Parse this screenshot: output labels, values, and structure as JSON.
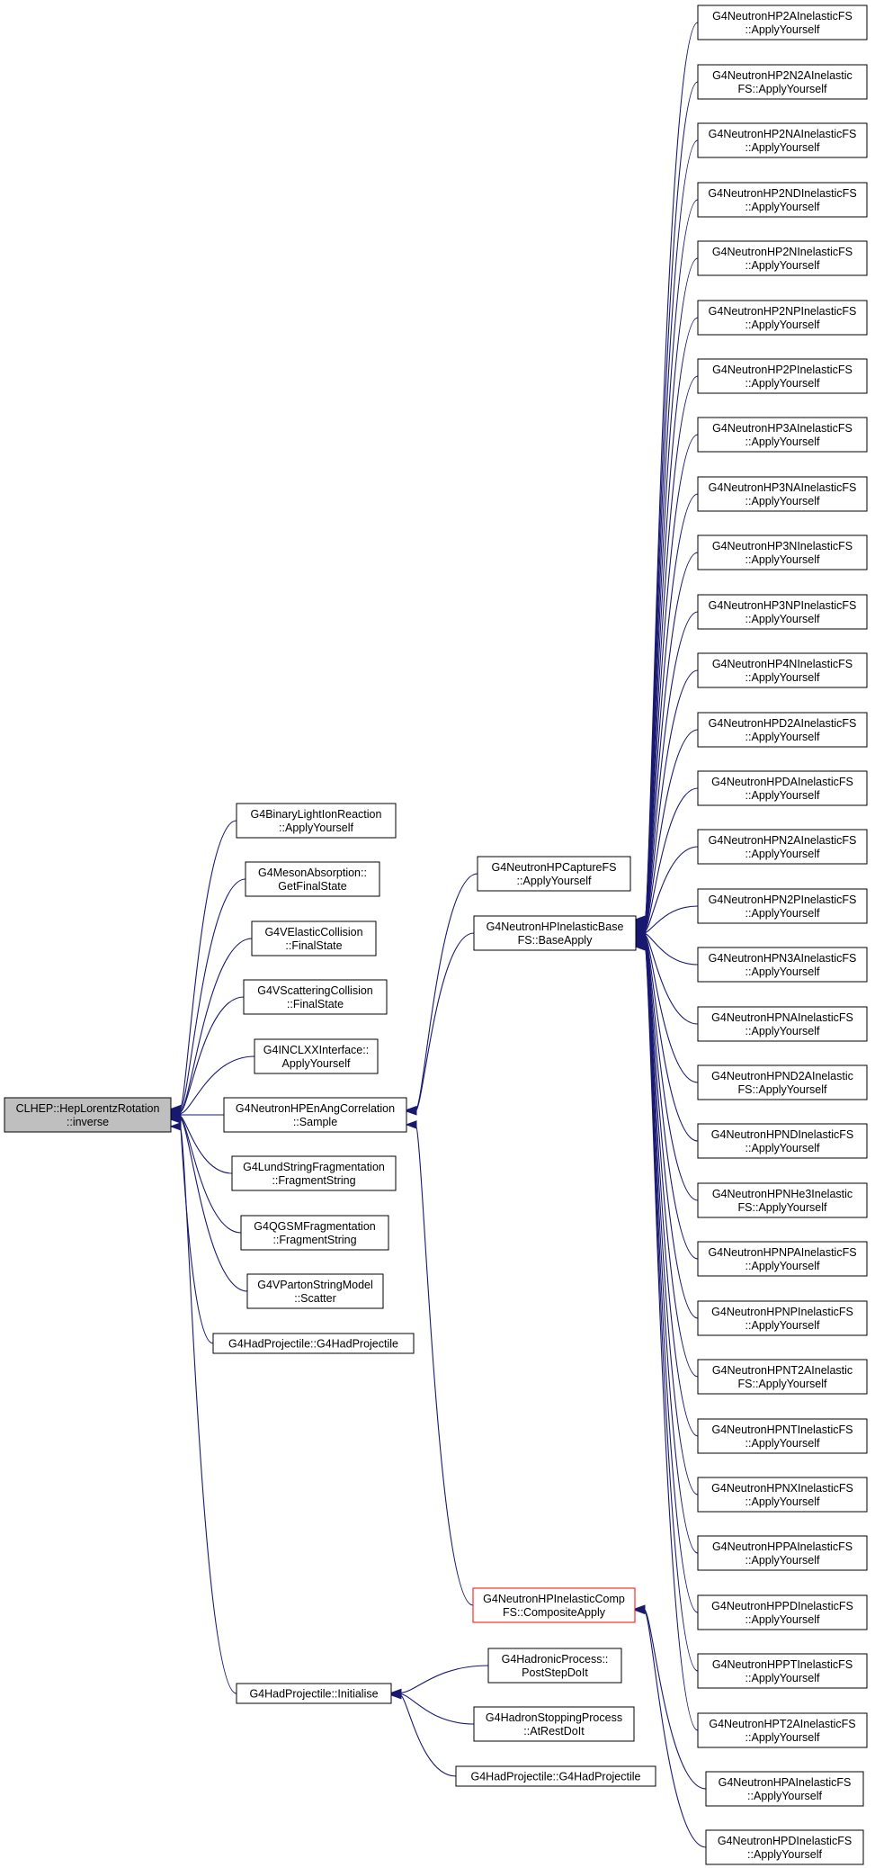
{
  "graph": {
    "edge_color": "#191970",
    "highlight_color": "#ff0000",
    "root_fill": "#bfbfbf",
    "nodes": [
      {
        "id": "root",
        "lines": [
          "CLHEP::HepLorentzRotation",
          "::inverse"
        ],
        "style": "root"
      },
      {
        "id": "binlight",
        "lines": [
          "G4BinaryLightIonReaction",
          "::ApplyYourself"
        ]
      },
      {
        "id": "meson",
        "lines": [
          "G4MesonAbsorption::",
          "GetFinalState"
        ]
      },
      {
        "id": "velastic",
        "lines": [
          "G4VElasticCollision",
          "::FinalState"
        ]
      },
      {
        "id": "vscatter",
        "lines": [
          "G4VScatteringCollision",
          "::FinalState"
        ]
      },
      {
        "id": "inclxx",
        "lines": [
          "G4INCLXXInterface::",
          "ApplyYourself"
        ]
      },
      {
        "id": "enang",
        "lines": [
          "G4NeutronHPEnAngCorrelation",
          "::Sample"
        ]
      },
      {
        "id": "lund",
        "lines": [
          "G4LundStringFragmentation",
          "::FragmentString"
        ]
      },
      {
        "id": "qgsm",
        "lines": [
          "G4QGSMFragmentation",
          "::FragmentString"
        ]
      },
      {
        "id": "vparton",
        "lines": [
          "G4VPartonStringModel",
          "::Scatter"
        ]
      },
      {
        "id": "hadproj1",
        "lines": [
          "G4HadProjectile::G4HadProjectile"
        ]
      },
      {
        "id": "hadinit",
        "lines": [
          "G4HadProjectile::Initialise"
        ]
      },
      {
        "id": "capture",
        "lines": [
          "G4NeutronHPCaptureFS",
          "::ApplyYourself"
        ]
      },
      {
        "id": "baseapply",
        "lines": [
          "G4NeutronHPInelasticBase",
          "FS::BaseApply"
        ]
      },
      {
        "id": "composite",
        "lines": [
          "G4NeutronHPInelasticComp",
          "FS::CompositeApply"
        ],
        "style": "highlight"
      },
      {
        "id": "hadproc",
        "lines": [
          "G4HadronicProcess::",
          "PostStepDoIt"
        ]
      },
      {
        "id": "hadstop",
        "lines": [
          "G4HadronStoppingProcess",
          "::AtRestDoIt"
        ]
      },
      {
        "id": "hadproj2",
        "lines": [
          "G4HadProjectile::G4HadProjectile"
        ]
      },
      {
        "id": "r01",
        "lines": [
          "G4NeutronHP2AInelasticFS",
          "::ApplyYourself"
        ]
      },
      {
        "id": "r02",
        "lines": [
          "G4NeutronHP2N2AInelastic",
          "FS::ApplyYourself"
        ]
      },
      {
        "id": "r03",
        "lines": [
          "G4NeutronHP2NAInelasticFS",
          "::ApplyYourself"
        ]
      },
      {
        "id": "r04",
        "lines": [
          "G4NeutronHP2NDInelasticFS",
          "::ApplyYourself"
        ]
      },
      {
        "id": "r05",
        "lines": [
          "G4NeutronHP2NInelasticFS",
          "::ApplyYourself"
        ]
      },
      {
        "id": "r06",
        "lines": [
          "G4NeutronHP2NPInelasticFS",
          "::ApplyYourself"
        ]
      },
      {
        "id": "r07",
        "lines": [
          "G4NeutronHP2PInelasticFS",
          "::ApplyYourself"
        ]
      },
      {
        "id": "r08",
        "lines": [
          "G4NeutronHP3AInelasticFS",
          "::ApplyYourself"
        ]
      },
      {
        "id": "r09",
        "lines": [
          "G4NeutronHP3NAInelasticFS",
          "::ApplyYourself"
        ]
      },
      {
        "id": "r10",
        "lines": [
          "G4NeutronHP3NInelasticFS",
          "::ApplyYourself"
        ]
      },
      {
        "id": "r11",
        "lines": [
          "G4NeutronHP3NPInelasticFS",
          "::ApplyYourself"
        ]
      },
      {
        "id": "r12",
        "lines": [
          "G4NeutronHP4NInelasticFS",
          "::ApplyYourself"
        ]
      },
      {
        "id": "r13",
        "lines": [
          "G4NeutronHPD2AInelasticFS",
          "::ApplyYourself"
        ]
      },
      {
        "id": "r14",
        "lines": [
          "G4NeutronHPDAInelasticFS",
          "::ApplyYourself"
        ]
      },
      {
        "id": "r15",
        "lines": [
          "G4NeutronHPN2AInelasticFS",
          "::ApplyYourself"
        ]
      },
      {
        "id": "r16",
        "lines": [
          "G4NeutronHPN2PInelasticFS",
          "::ApplyYourself"
        ]
      },
      {
        "id": "r17",
        "lines": [
          "G4NeutronHPN3AInelasticFS",
          "::ApplyYourself"
        ]
      },
      {
        "id": "r18",
        "lines": [
          "G4NeutronHPNAInelasticFS",
          "::ApplyYourself"
        ]
      },
      {
        "id": "r19",
        "lines": [
          "G4NeutronHPND2AInelastic",
          "FS::ApplyYourself"
        ]
      },
      {
        "id": "r20",
        "lines": [
          "G4NeutronHPNDInelasticFS",
          "::ApplyYourself"
        ]
      },
      {
        "id": "r21",
        "lines": [
          "G4NeutronHPNHe3Inelastic",
          "FS::ApplyYourself"
        ]
      },
      {
        "id": "r22",
        "lines": [
          "G4NeutronHPNPAInelasticFS",
          "::ApplyYourself"
        ]
      },
      {
        "id": "r23",
        "lines": [
          "G4NeutronHPNPInelasticFS",
          "::ApplyYourself"
        ]
      },
      {
        "id": "r24",
        "lines": [
          "G4NeutronHPNT2AInelastic",
          "FS::ApplyYourself"
        ]
      },
      {
        "id": "r25",
        "lines": [
          "G4NeutronHPNTInelasticFS",
          "::ApplyYourself"
        ]
      },
      {
        "id": "r26",
        "lines": [
          "G4NeutronHPNXInelasticFS",
          "::ApplyYourself"
        ]
      },
      {
        "id": "r27",
        "lines": [
          "G4NeutronHPPAInelasticFS",
          "::ApplyYourself"
        ]
      },
      {
        "id": "r28",
        "lines": [
          "G4NeutronHPPDInelasticFS",
          "::ApplyYourself"
        ]
      },
      {
        "id": "r29",
        "lines": [
          "G4NeutronHPPTInelasticFS",
          "::ApplyYourself"
        ]
      },
      {
        "id": "r30",
        "lines": [
          "G4NeutronHPT2AInelasticFS",
          "::ApplyYourself"
        ]
      },
      {
        "id": "r31",
        "lines": [
          "G4NeutronHPAInelasticFS",
          "::ApplyYourself"
        ]
      },
      {
        "id": "r32",
        "lines": [
          "G4NeutronHPDInelasticFS",
          "::ApplyYourself"
        ]
      }
    ],
    "edges": [
      [
        "binlight",
        "root"
      ],
      [
        "meson",
        "root"
      ],
      [
        "velastic",
        "root"
      ],
      [
        "vscatter",
        "root"
      ],
      [
        "inclxx",
        "root"
      ],
      [
        "enang",
        "root"
      ],
      [
        "lund",
        "root"
      ],
      [
        "qgsm",
        "root"
      ],
      [
        "vparton",
        "root"
      ],
      [
        "hadproj1",
        "root"
      ],
      [
        "hadinit",
        "root"
      ],
      [
        "capture",
        "enang"
      ],
      [
        "baseapply",
        "enang"
      ],
      [
        "composite",
        "enang"
      ],
      [
        "hadproc",
        "hadinit"
      ],
      [
        "hadstop",
        "hadinit"
      ],
      [
        "hadproj2",
        "hadinit"
      ],
      [
        "r01",
        "baseapply"
      ],
      [
        "r02",
        "baseapply"
      ],
      [
        "r03",
        "baseapply"
      ],
      [
        "r04",
        "baseapply"
      ],
      [
        "r05",
        "baseapply"
      ],
      [
        "r06",
        "baseapply"
      ],
      [
        "r07",
        "baseapply"
      ],
      [
        "r08",
        "baseapply"
      ],
      [
        "r09",
        "baseapply"
      ],
      [
        "r10",
        "baseapply"
      ],
      [
        "r11",
        "baseapply"
      ],
      [
        "r12",
        "baseapply"
      ],
      [
        "r13",
        "baseapply"
      ],
      [
        "r14",
        "baseapply"
      ],
      [
        "r15",
        "baseapply"
      ],
      [
        "r16",
        "baseapply"
      ],
      [
        "r17",
        "baseapply"
      ],
      [
        "r18",
        "baseapply"
      ],
      [
        "r19",
        "baseapply"
      ],
      [
        "r20",
        "baseapply"
      ],
      [
        "r21",
        "baseapply"
      ],
      [
        "r22",
        "baseapply"
      ],
      [
        "r23",
        "baseapply"
      ],
      [
        "r24",
        "baseapply"
      ],
      [
        "r25",
        "baseapply"
      ],
      [
        "r26",
        "baseapply"
      ],
      [
        "r27",
        "baseapply"
      ],
      [
        "r28",
        "baseapply"
      ],
      [
        "r29",
        "baseapply"
      ],
      [
        "r30",
        "baseapply"
      ],
      [
        "r31",
        "composite"
      ],
      [
        "r32",
        "composite"
      ]
    ]
  }
}
